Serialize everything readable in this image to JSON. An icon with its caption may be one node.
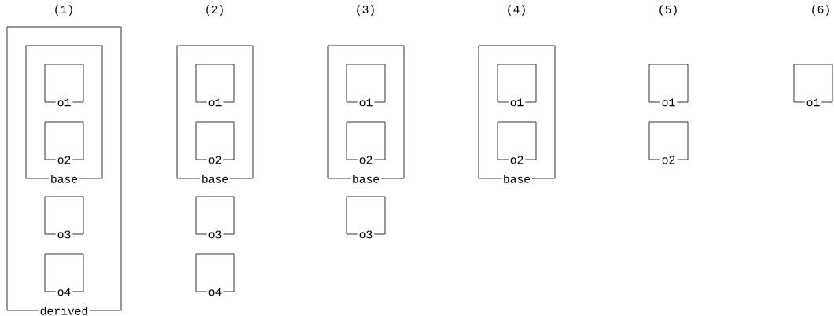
{
  "diagram": {
    "nodes": [
      {
        "text": [
          "derived"
        ]
      },
      {
        "text": [
          "base"
        ],
        "in": 0
      },
      {
        "text": [
          "o1"
        ],
        "in": 1
      },
      {
        "text": [
          "o2"
        ],
        "in": 1
      },
      {
        "text": [
          "o3"
        ],
        "in": 0
      },
      {
        "text": [
          "o4"
        ],
        "in": 0
      },
      {
        "text": [
          "base"
        ]
      },
      {
        "text": [
          "o1"
        ],
        "in": 6
      },
      {
        "text": [
          "o2"
        ],
        "in": 6
      },
      {
        "text": [
          "o3"
        ]
      },
      {
        "text": [
          "o4"
        ]
      },
      {
        "text": [
          "base"
        ]
      },
      {
        "text": [
          "o1"
        ],
        "in": 11
      },
      {
        "text": [
          "o2"
        ],
        "in": 11
      },
      {
        "text": [
          "o3"
        ]
      },
      {
        "text": [
          "base"
        ]
      },
      {
        "text": [
          "o1"
        ],
        "in": 15
      },
      {
        "text": [
          "o2"
        ],
        "in": 15
      },
      {
        "text": [
          "o1"
        ]
      },
      {
        "text": [
          "o2"
        ]
      },
      {
        "text": [
          "o1"
        ]
      }
    ],
    "labels": [
      "(1)",
      "(2)",
      "(3)",
      "(4)",
      "(5)",
      "(6)"
    ]
  }
}
